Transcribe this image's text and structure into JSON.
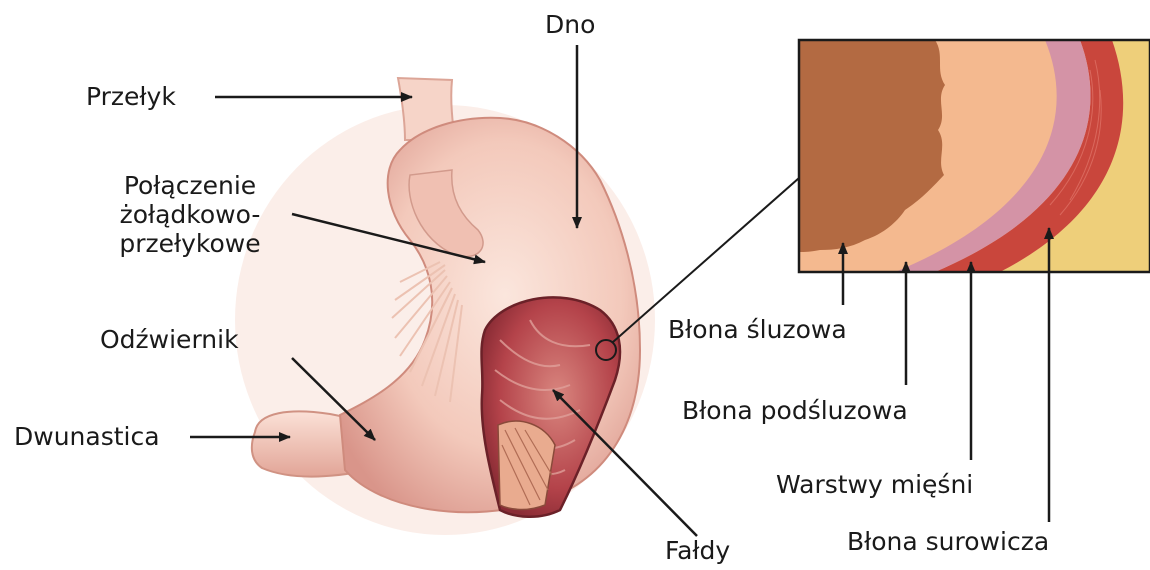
{
  "labels": {
    "esophagus": "Przełyk",
    "fundus": "Dno",
    "junction_line1": "Połączenie",
    "junction_line2": "żołądkowo-",
    "junction_line3": "przełykowe",
    "pylorus": "Odźwiernik",
    "duodenum": "Dwunastica",
    "folds": "Fałdy",
    "mucosa": "Błona śluzowa",
    "submucosa": "Błona podśluzowa",
    "muscle_layers": "Warstwy mięśni",
    "serosa": "Błona surowicza"
  },
  "colors": {
    "stomach_light": "#f7d9cf",
    "stomach_mid": "#efbcae",
    "stomach_dark": "#c97b6a",
    "interior": "#b4434a",
    "mucosa_layer": "#f4b98f",
    "mucosa_tissue": "#b36a42",
    "submucosa_layer": "#d493a6",
    "muscle_layer": "#c9463c",
    "serosa_layer": "#eecf7a"
  }
}
